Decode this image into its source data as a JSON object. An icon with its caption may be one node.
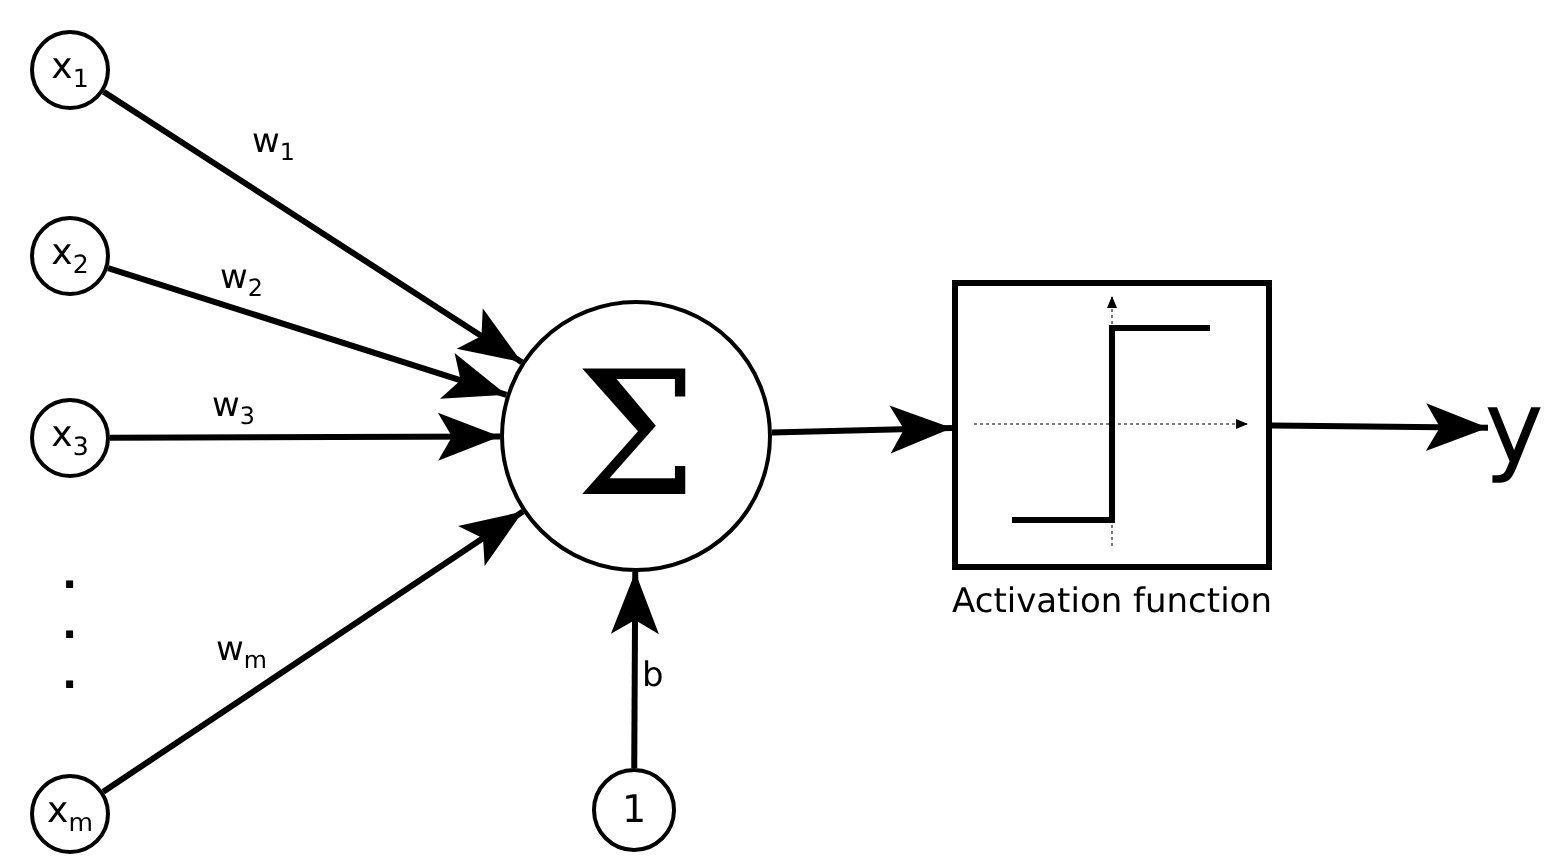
{
  "diagram": {
    "nodes": [
      {
        "text": [
          "x$_{1}$"
        ]
      },
      {
        "text": [
          "x$_{2}$"
        ]
      },
      {
        "text": [
          "x$_{3}$"
        ]
      },
      {
        "text": [
          "x$_{m}$"
        ]
      },
      {
        "text": [
          "Σ"
        ]
      },
      {
        "text": [
          "1"
        ]
      },
      {
        "text": [],
        "shape": "box",
        "beside": [
          "Activation function"
        ]
      },
      {
        "text": [
          "y"
        ]
      }
    ],
    "edges": [
      {
        "from": 0,
        "to": 4,
        "arrow": "to",
        "label": "w$_{1}$"
      },
      {
        "from": 1,
        "to": 4,
        "arrow": "to",
        "label": "w$_{2}$"
      },
      {
        "from": 2,
        "to": 4,
        "arrow": "to",
        "label": "w$_{3}$"
      },
      {
        "from": 3,
        "to": 4,
        "arrow": "to",
        "label": "w$_{m}$"
      },
      {
        "from": 5,
        "to": 4,
        "arrow": "to",
        "label": "b"
      },
      {
        "from": 4,
        "to": 6,
        "arrow": "to"
      },
      {
        "from": 6,
        "to": 7,
        "arrow": "to"
      }
    ],
    "labels": [
      ".",
      ".",
      "."
    ]
  }
}
